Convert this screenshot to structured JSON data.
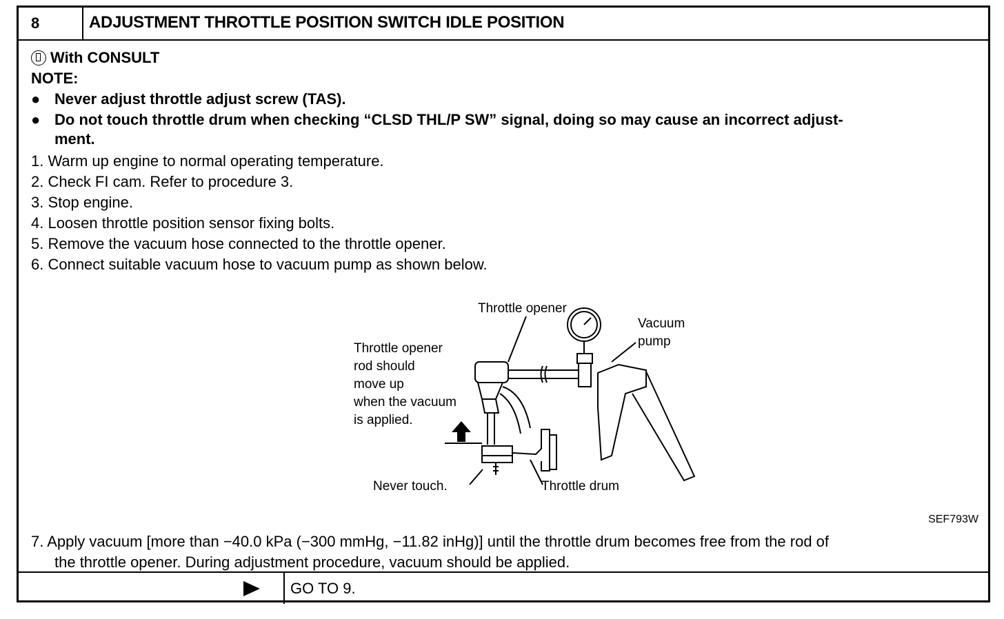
{
  "header": {
    "step": "8",
    "title": "ADJUSTMENT THROTTLE POSITION SWITCH IDLE POSITION"
  },
  "consult": {
    "label": "With CONSULT"
  },
  "note": {
    "heading": "NOTE:",
    "bullets": [
      "Never adjust throttle adjust screw (TAS).",
      "Do not touch throttle drum when checking “CLSD THL/P SW” signal, doing so may cause an incorrect adjust-",
      "ment."
    ]
  },
  "steps": [
    "1.  Warm up engine to normal operating temperature.",
    "2.  Check FI cam. Refer to procedure 3.",
    "3.  Stop engine.",
    "4.  Loosen throttle position sensor fixing bolts.",
    "5.  Remove the vacuum hose connected to the throttle opener.",
    "6.  Connect suitable vacuum hose to vacuum pump as shown below."
  ],
  "diagram": {
    "labels": {
      "throttle_opener": "Throttle opener",
      "vacuum": "Vacuum",
      "pump": "pump",
      "rod_line1": "Throttle opener",
      "rod_line2": "rod should",
      "rod_line3": "move up",
      "rod_line4": "when the vacuum",
      "rod_line5": "is applied.",
      "never_touch": "Never touch.",
      "throttle_drum": "Throttle drum"
    },
    "code": "SEF793W"
  },
  "step7": {
    "line1": "7.  Apply vacuum [more than −40.0 kPa (−300 mmHg, −11.82 inHg)] until the throttle drum becomes free from the rod of",
    "line2": "the throttle opener. During adjustment procedure, vacuum should be applied."
  },
  "footer": {
    "goto": "GO TO 9."
  }
}
